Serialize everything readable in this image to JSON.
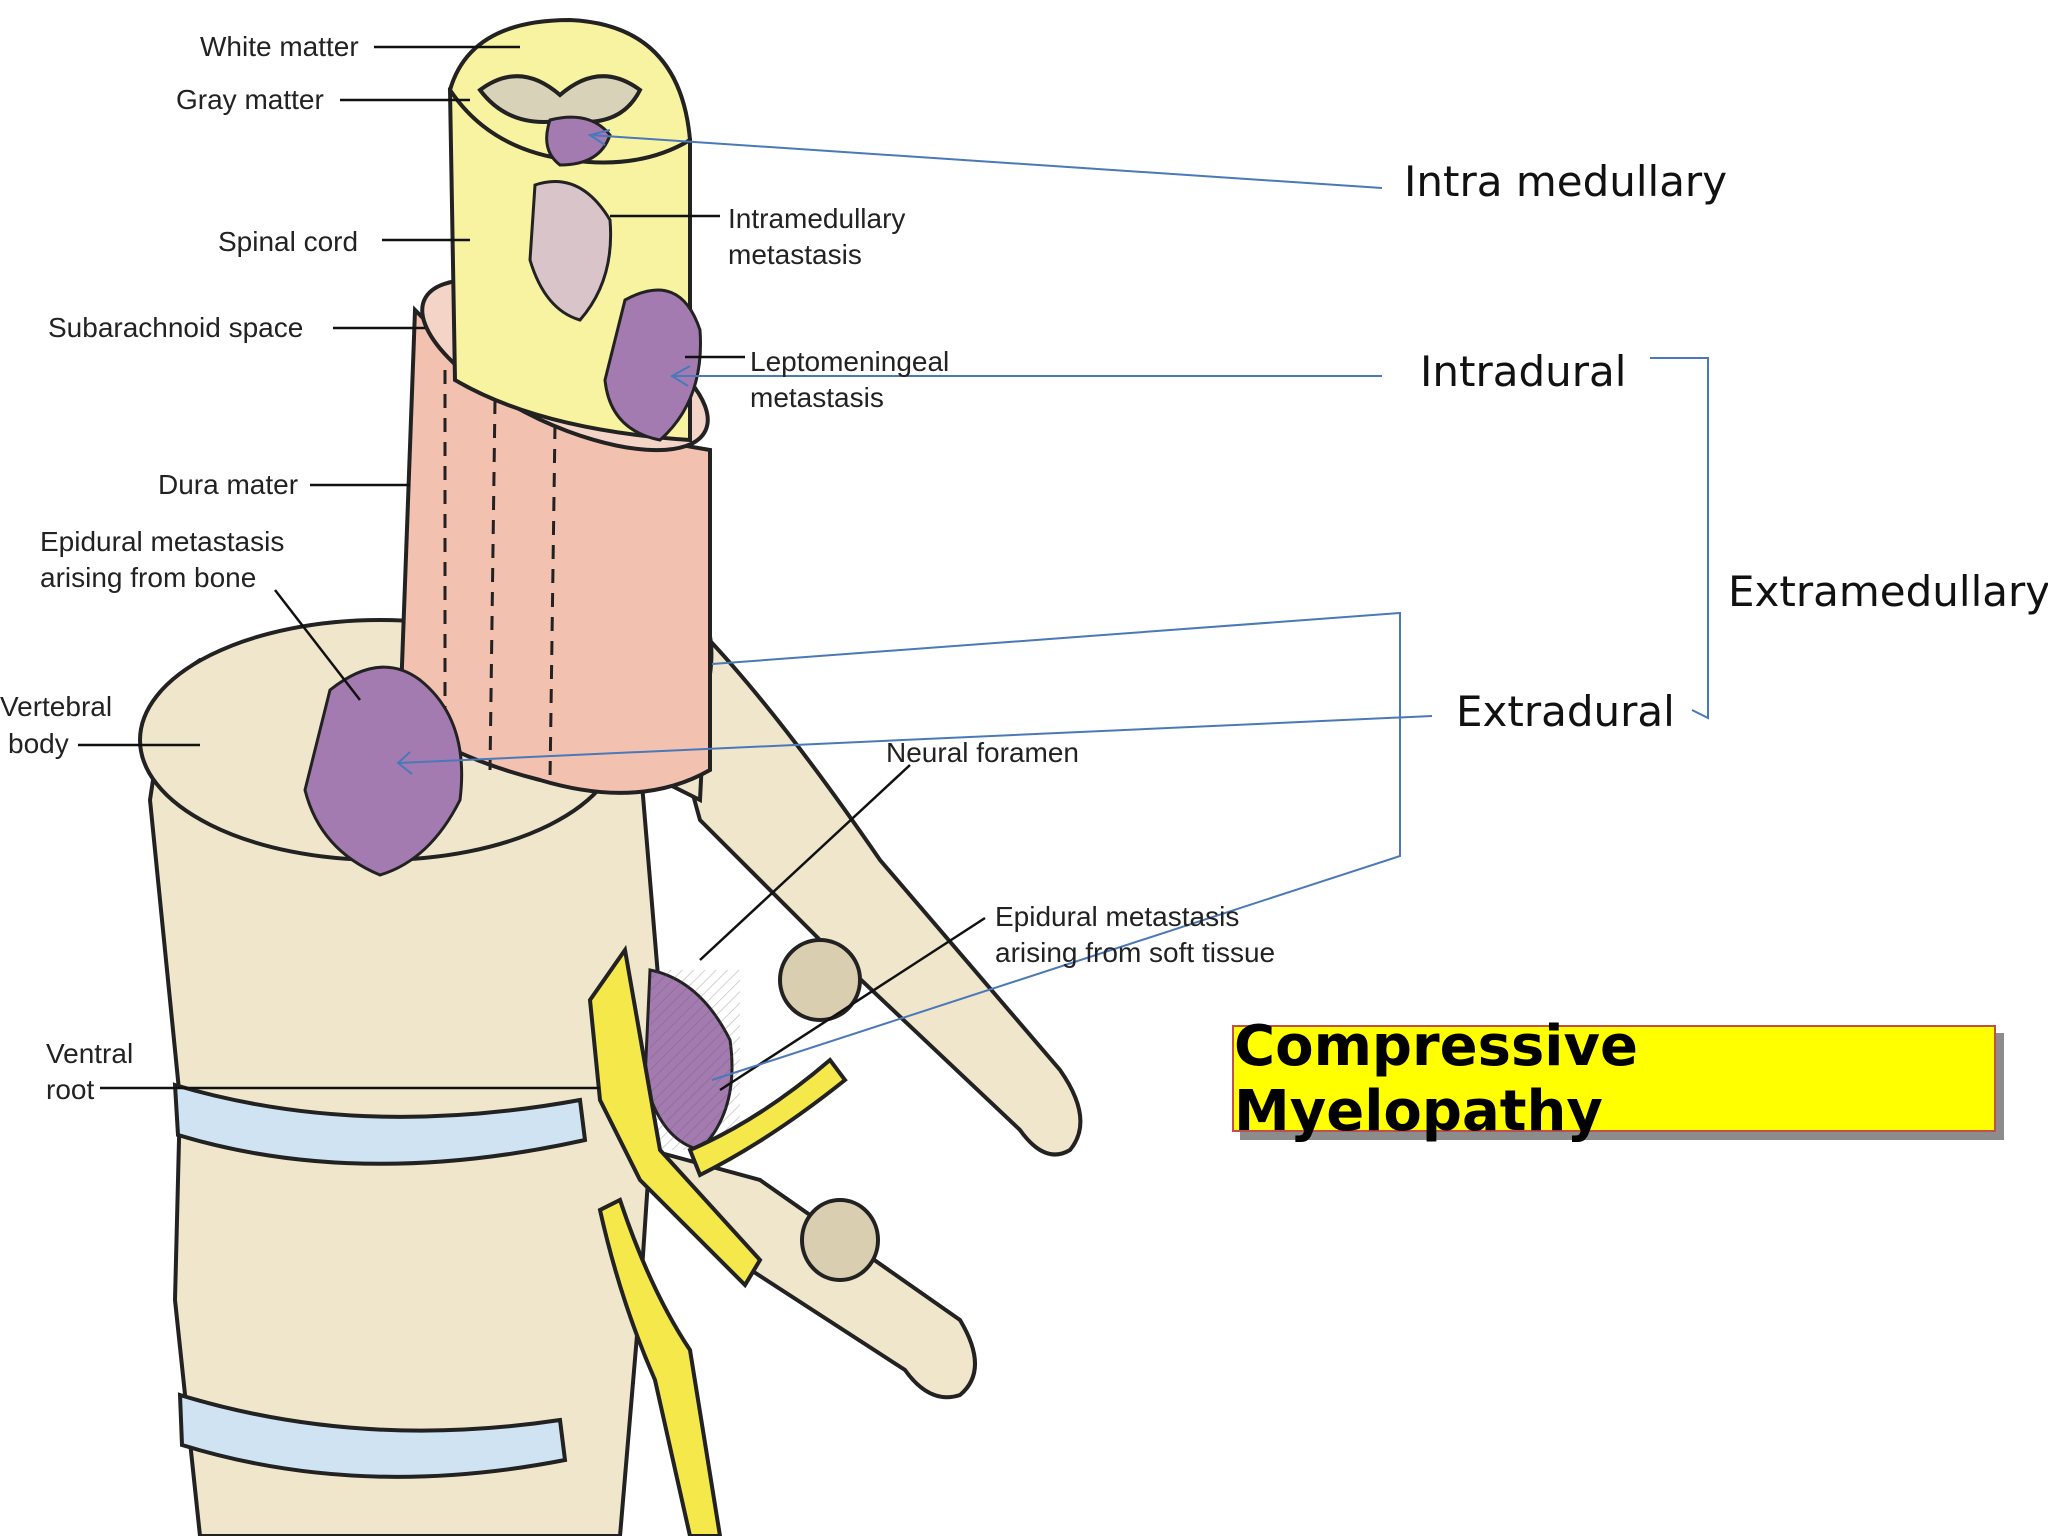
{
  "labels": {
    "white_matter": "White matter",
    "gray_matter": "Gray matter",
    "spinal_cord": "Spinal cord",
    "subarachnoid_space": "Subarachnoid space",
    "dura_mater": "Dura mater",
    "epidural_bone_1": "Epidural metastasis",
    "epidural_bone_2": "arising from bone",
    "vertebral_body_1": "Vertebral",
    "vertebral_body_2": "body",
    "ventral_root_1": "Ventral",
    "ventral_root_2": "root",
    "intramedullary_1": "Intramedullary",
    "intramedullary_2": "metastasis",
    "leptomeningeal_1": "Leptomeningeal",
    "leptomeningeal_2": "metastasis",
    "neural_foramen": "Neural foramen",
    "epidural_soft_1": "Epidural metastasis",
    "epidural_soft_2": "arising from soft tissue"
  },
  "classification": {
    "intra_medullary": "Intra medullary",
    "intradural": "Intradural",
    "extramedullary": "Extramedullary",
    "extradural": "Extradural"
  },
  "title": "Compressive Myelopathy",
  "colors": {
    "cord": "#f7f3a0",
    "dura": "#f2c1b0",
    "bone": "#efe6cc",
    "disc": "#cfe3f2",
    "tumor": "#a47bb0",
    "nerve": "#f5e84a",
    "guide_line": "#4a78b8",
    "title_bg": "#ffff00"
  }
}
